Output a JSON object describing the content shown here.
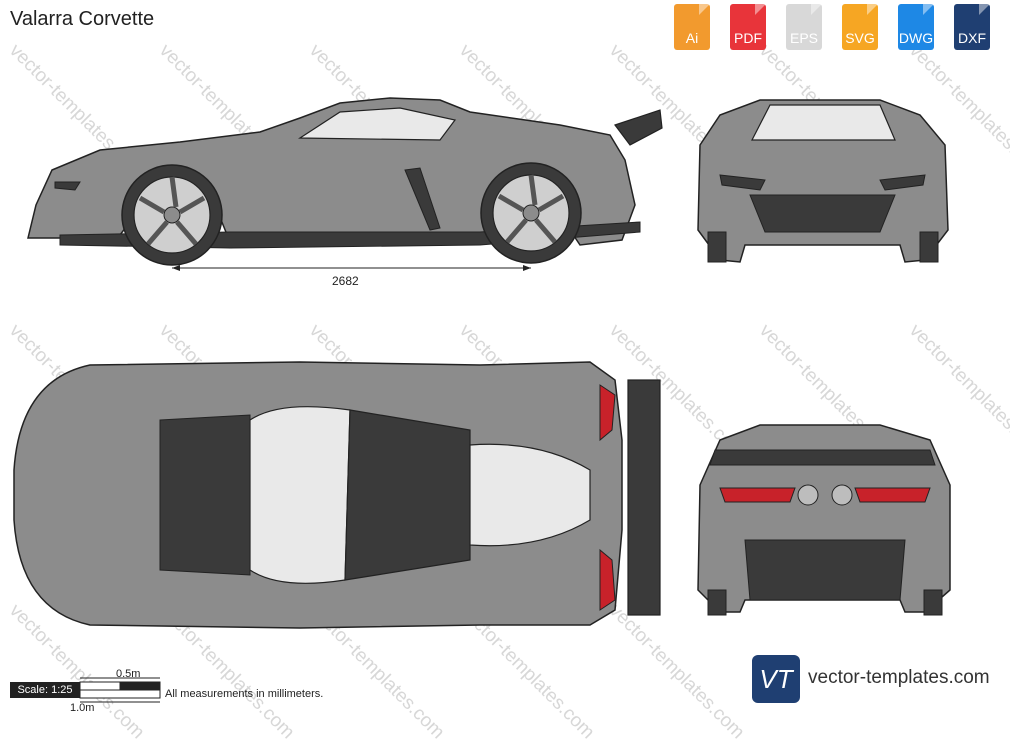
{
  "title": "Valarra Corvette",
  "formats": [
    {
      "label": "Ai",
      "color": "#f29a2e"
    },
    {
      "label": "PDF",
      "color": "#e8343a"
    },
    {
      "label": "EPS",
      "color": "#e6e6e6"
    },
    {
      "label": "SVG",
      "color": "#f6a623"
    },
    {
      "label": "DWG",
      "color": "#1e88e5"
    },
    {
      "label": "DXF",
      "color": "#1f3f72"
    }
  ],
  "dimension_wheelbase": "2682",
  "scale_label": "Scale: 1:25",
  "scale_half": "0.5m",
  "scale_full": "1.0m",
  "note": "All measurements in millimeters.",
  "brand": "vector-templates.com",
  "brand_logo": "VT",
  "watermark": "vector-templates.com",
  "car_color": "#8c8c8c",
  "dark_color": "#3a3a3a",
  "glass_color": "#e9e9e9",
  "light_color": "#c8222a"
}
